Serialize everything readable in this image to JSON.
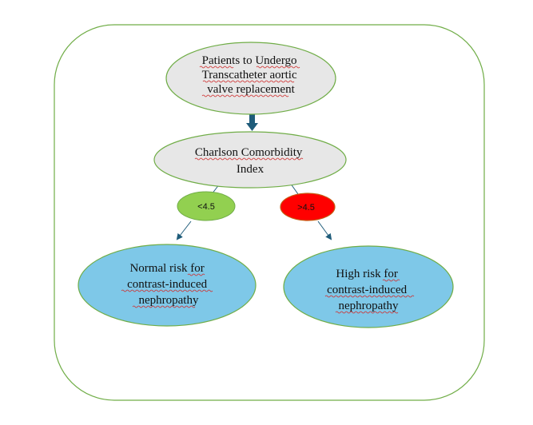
{
  "diagram": {
    "title": "Charlson Comorbidity Index risk stratification flowchart",
    "colors": {
      "frame": "#70ad47",
      "grey_node_fill": "#e7e7e7",
      "node_border": "#70ad47",
      "green_node_fill": "#92d050",
      "red_node_fill": "#ff0000",
      "red_node_border": "#c55a11",
      "outcome_fill": "#7ec8e8",
      "arrow": "#1f5c7a"
    },
    "nodes": {
      "start": {
        "lines": [
          "Patients to Undergo",
          "Transcatheter aortic",
          "valve replacement"
        ]
      },
      "index": {
        "lines": [
          "Charlson Comorbidity",
          "Index"
        ]
      },
      "low_threshold": {
        "label": "<4.5"
      },
      "high_threshold": {
        "label": ">4.5"
      },
      "normal_risk": {
        "lines": [
          "Normal risk for",
          "contrast-induced",
          "nephropathy"
        ]
      },
      "high_risk": {
        "lines": [
          "High risk for",
          "contrast-induced",
          "nephropathy"
        ]
      }
    },
    "edges": [
      {
        "from": "start",
        "to": "index"
      },
      {
        "from": "index",
        "to": "low_threshold"
      },
      {
        "from": "low_threshold",
        "to": "normal_risk"
      },
      {
        "from": "index",
        "to": "high_threshold"
      },
      {
        "from": "high_threshold",
        "to": "high_risk"
      }
    ]
  }
}
